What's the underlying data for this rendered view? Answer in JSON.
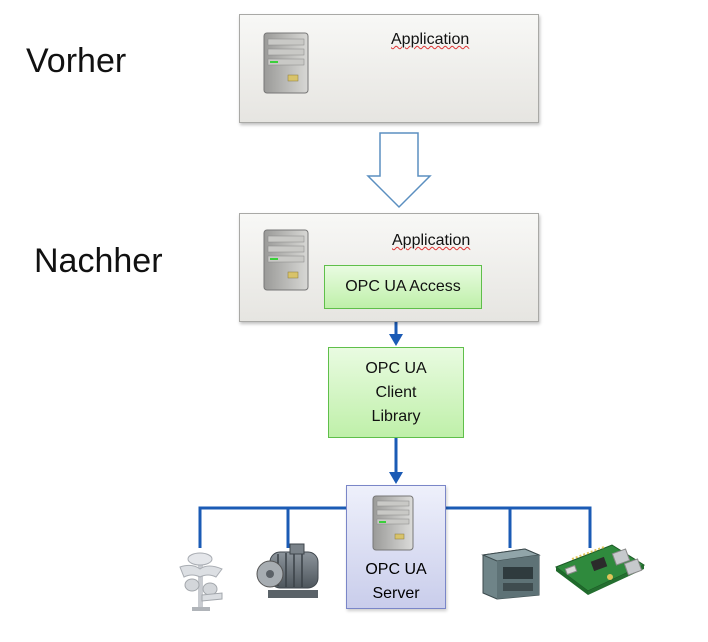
{
  "labels": {
    "before": "Vorher",
    "after": "Nachher"
  },
  "top_box": {
    "title": "Application"
  },
  "bottom_box": {
    "title": "Application",
    "access": "OPC UA Access"
  },
  "client_library": {
    "line1": "OPC UA",
    "line2": "Client",
    "line3": "Library"
  },
  "server": {
    "line1": "OPC UA",
    "line2": "Server"
  },
  "colors": {
    "connector": "#1b5bb5",
    "green_border": "#5fbf4a",
    "server_border": "#7a86c8"
  },
  "icons": [
    "server-tower-icon",
    "weather-station-icon",
    "electric-motor-icon",
    "plc-module-icon",
    "raspberry-pi-board-icon"
  ]
}
